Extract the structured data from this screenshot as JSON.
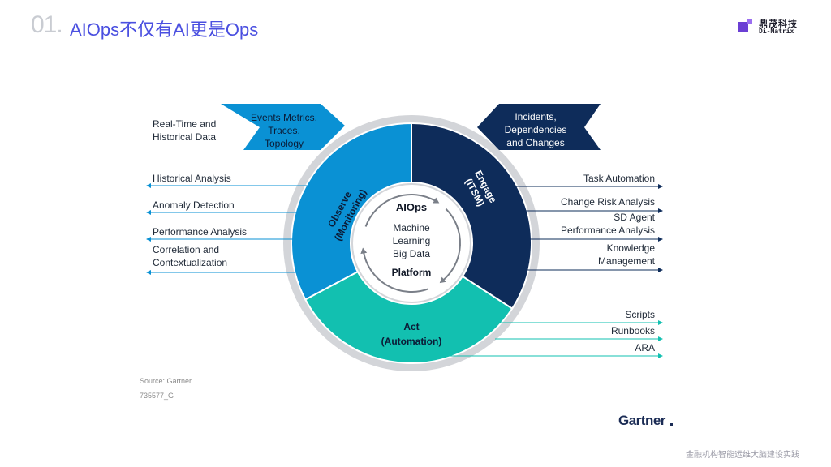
{
  "header": {
    "section_number": "01.",
    "title": "AIOps不仅有AI更是Ops",
    "logo_cn": "鼎茂科技",
    "logo_en": "Di-Matrix"
  },
  "diagram": {
    "top_left_label": [
      "Real-Time and",
      "Historical Data"
    ],
    "observe_banner": [
      "Events Metrics,",
      "Traces,",
      "Topology"
    ],
    "engage_banner": [
      "Incidents,",
      "Dependencies",
      "and Changes"
    ],
    "left_items": [
      [
        "Historical Analysis"
      ],
      [
        "Anomaly Detection"
      ],
      [
        "Performance Analysis"
      ],
      [
        "Correlation and",
        "Contextualization"
      ]
    ],
    "right_items": [
      [
        "Task Automation"
      ],
      [
        "Change Risk Analysis"
      ],
      [
        "SD Agent",
        "Performance Analysis"
      ],
      [
        "Knowledge",
        "Management"
      ]
    ],
    "act_items": [
      "Scripts",
      "Runbooks",
      "ARA"
    ],
    "observe_label": "Observe",
    "observe_sub": "(Monitoring)",
    "engage_label": "Engage",
    "engage_sub": "(ITSM)",
    "act_label": "Act",
    "act_sub": "(Automation)",
    "center_title": "AIOps",
    "center_lines": [
      "Machine",
      "Learning",
      "Big Data"
    ],
    "center_footer": "Platform",
    "colors": {
      "observe": "#0a91d4",
      "engage": "#0e2c5a",
      "act": "#12c0b0",
      "ring": "#d3d5d9"
    }
  },
  "source": "Source: Gartner",
  "figure_code": "735577_G",
  "gartner_logo": "Gartner",
  "footer": "金融机构智能运维大脑建设实践"
}
